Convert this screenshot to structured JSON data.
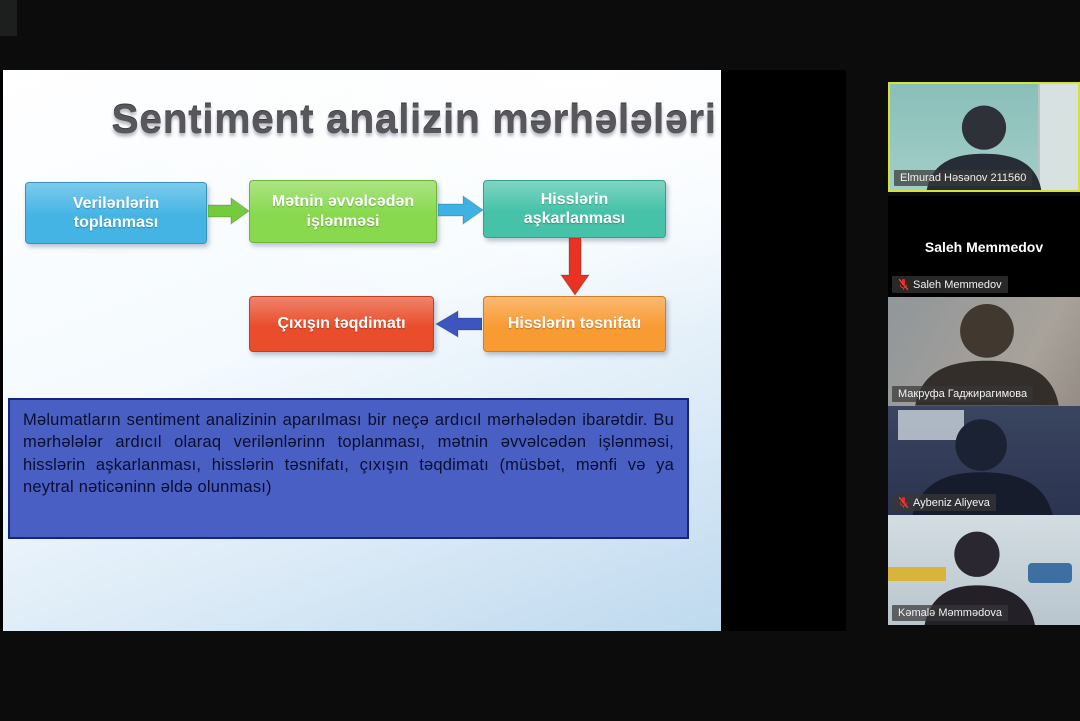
{
  "screen_share": {
    "slide": {
      "title": "Sentiment analizin mərhələləri",
      "flow_boxes": [
        {
          "label": "Verilənlərin toplanması",
          "color": "#44b4e4"
        },
        {
          "label": "Mətnin əvvəlcədən işlənməsi",
          "color": "#88d94e"
        },
        {
          "label": "Hisslərin aşkarlanması",
          "color": "#46c2a8"
        },
        {
          "label": "Hisslərin təsnifatı",
          "color": "#f89b33"
        },
        {
          "label": "Çıxışın təqdimatı",
          "color": "#e94d2b"
        }
      ],
      "arrows": [
        {
          "direction": "right",
          "color": "#74cc3c"
        },
        {
          "direction": "right",
          "color": "#3eb3e3"
        },
        {
          "direction": "down",
          "color": "#e83222"
        },
        {
          "direction": "left",
          "color": "#3c55c0"
        }
      ],
      "paragraph": "Məlumatların sentiment analizinin aparılması bir neçə ardıcıl mərhələdən ibarətdir. Bu mərhələlər ardıcıl olaraq verilənlərinn toplanması, mətnin əvvəlcədən işlənməsi, hisslərin aşkarlanması, hisslərin təsnifatı, çıxışın təqdimatı (müsbət, mənfi və ya neytral nəticəninn əldə olunması)"
    }
  },
  "participants": [
    {
      "name": "Elmurad Həsənov 211560",
      "active": true,
      "muted": false
    },
    {
      "name": "Saleh Memmedov",
      "center_text": "Saleh Memmedov",
      "muted": true
    },
    {
      "name": "Макруфа Гаджирагимова",
      "muted": false
    },
    {
      "name": "Aybeniz Aliyeva",
      "muted": true
    },
    {
      "name": "Kəmalə Məmmədova",
      "muted": false
    }
  ],
  "colors": {
    "active_speaker_border": "#d4e23c",
    "muted_mic": "#e02b20",
    "paragraph_box": "#4a5fc4",
    "paragraph_border": "#16247e"
  }
}
